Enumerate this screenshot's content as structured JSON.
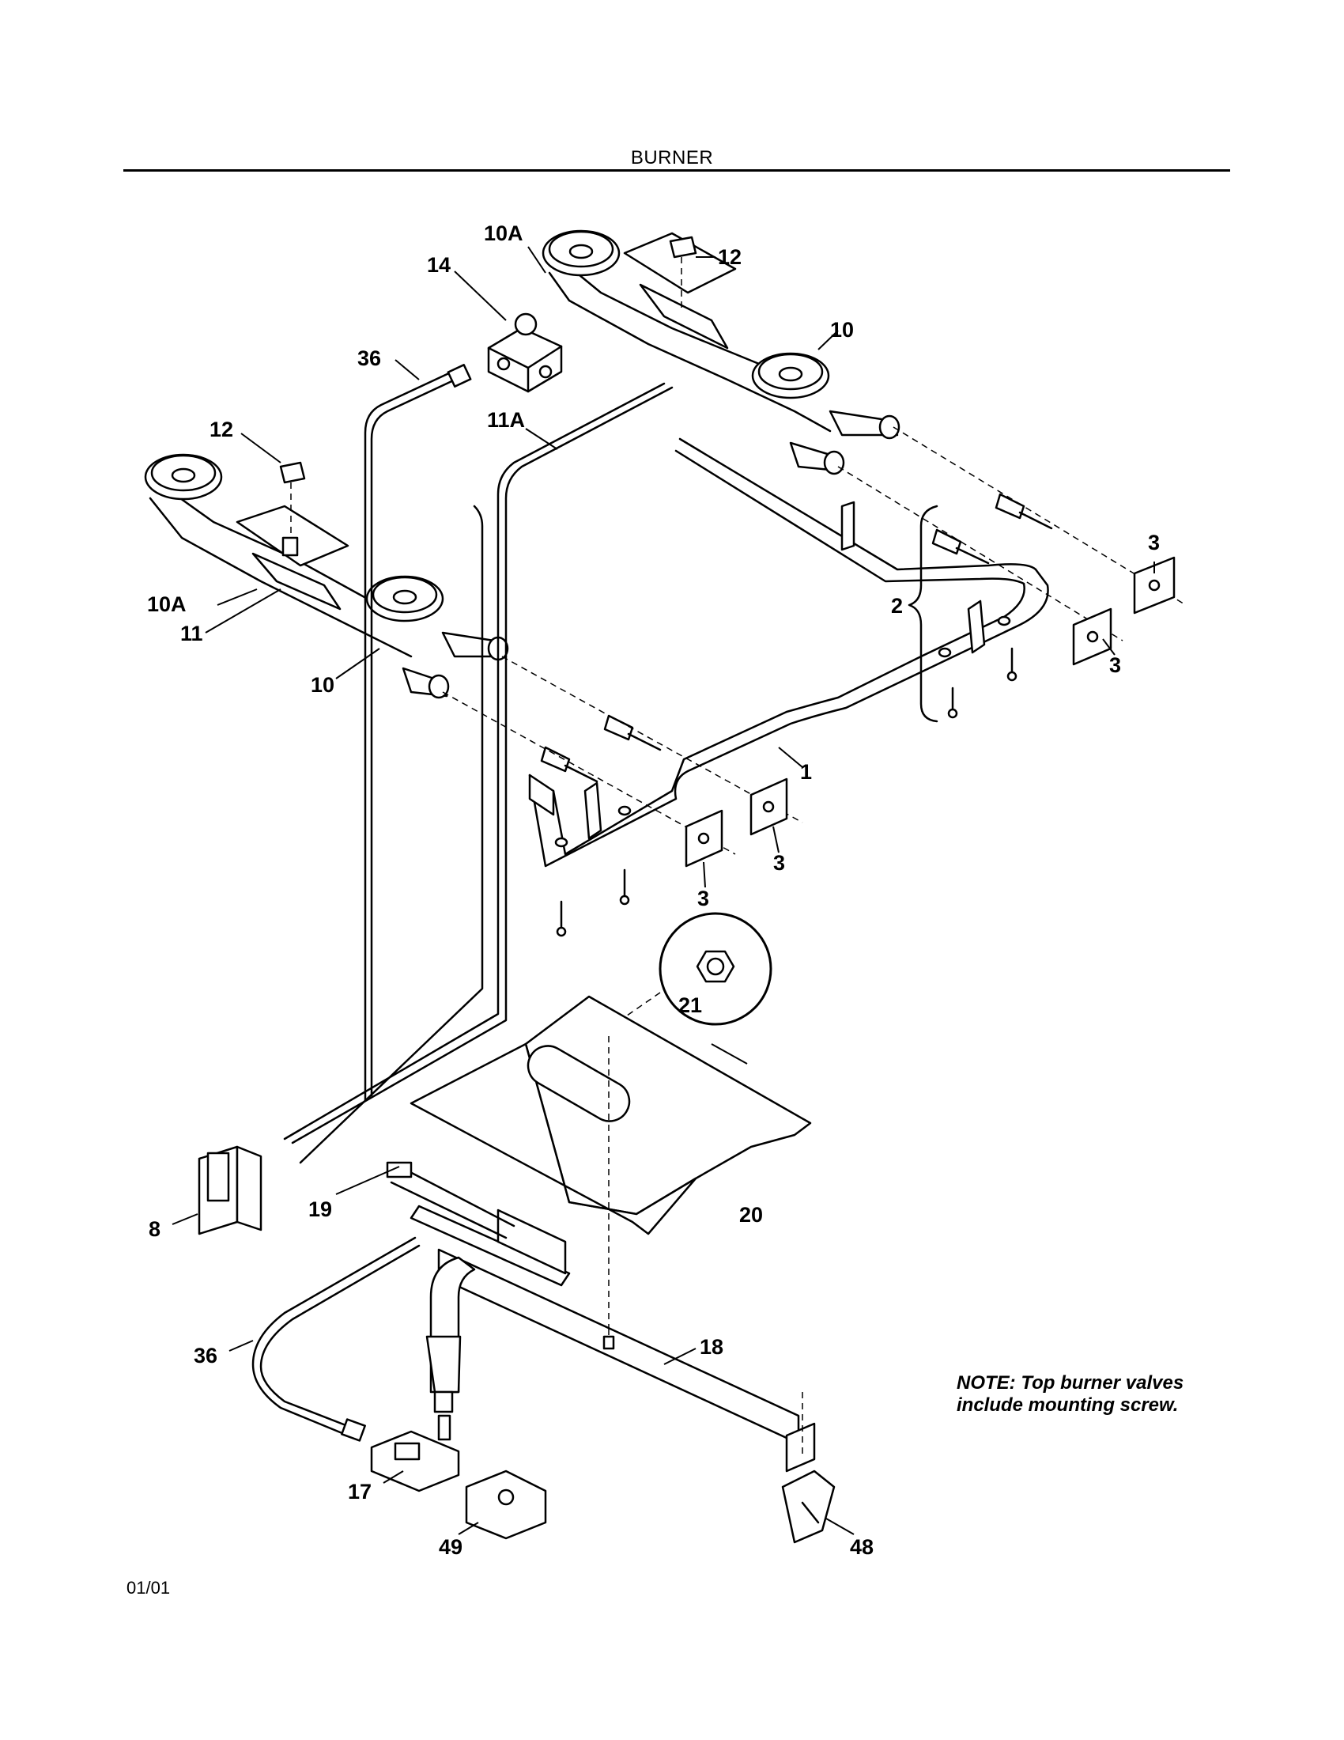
{
  "header": {
    "title": "BURNER"
  },
  "callouts": {
    "c1": "1",
    "c2": "2",
    "c3a": "3",
    "c3b": "3",
    "c3c": "3",
    "c3d": "3",
    "c8": "8",
    "c10a": "10",
    "c10b": "10",
    "c10A_a": "10A",
    "c10A_b": "10A",
    "c11": "11",
    "c11A": "11A",
    "c12a": "12",
    "c12b": "12",
    "c14": "14",
    "c17": "17",
    "c18": "18",
    "c19": "19",
    "c20": "20",
    "c21": "21",
    "c36a": "36",
    "c36b": "36",
    "c48": "48",
    "c49": "49"
  },
  "note": {
    "line1": "NOTE: Top burner valves",
    "line2": "include mounting screw."
  },
  "footer": {
    "date": "01/01"
  }
}
